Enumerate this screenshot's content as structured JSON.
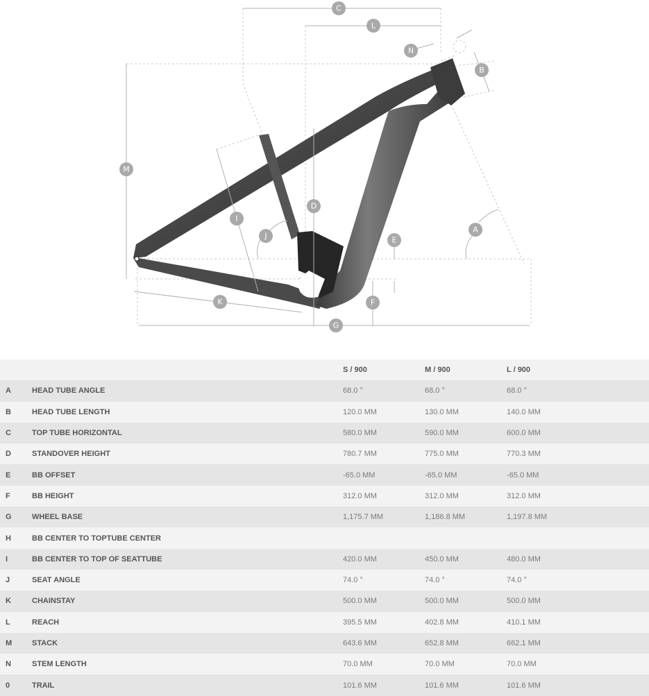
{
  "diagram": {
    "labels": {
      "A": "A",
      "B": "B",
      "C": "C",
      "D": "D",
      "E": "E",
      "F": "F",
      "G": "G",
      "I": "I",
      "J": "J",
      "K": "K",
      "L": "L",
      "M": "M",
      "N": "N"
    }
  },
  "table": {
    "headers": [
      "S / 900",
      "M / 900",
      "L / 900"
    ],
    "rows": [
      {
        "key": "A",
        "name": "HEAD TUBE ANGLE",
        "values": [
          "68.0 °",
          "68.0 °",
          "68.0 °"
        ]
      },
      {
        "key": "B",
        "name": "HEAD TUBE LENGTH",
        "values": [
          "120.0 MM",
          "130.0 MM",
          "140.0 MM"
        ]
      },
      {
        "key": "C",
        "name": "TOP TUBE HORIZONTAL",
        "values": [
          "580.0 MM",
          "590.0 MM",
          "600.0 MM"
        ]
      },
      {
        "key": "D",
        "name": "STANDOVER HEIGHT",
        "values": [
          "780.7 MM",
          "775.0 MM",
          "770.3 MM"
        ]
      },
      {
        "key": "E",
        "name": "BB OFFSET",
        "values": [
          "-65.0 MM",
          "-65.0 MM",
          "-65.0 MM"
        ]
      },
      {
        "key": "F",
        "name": "BB HEIGHT",
        "values": [
          "312.0 MM",
          "312.0 MM",
          "312.0 MM"
        ]
      },
      {
        "key": "G",
        "name": "WHEEL BASE",
        "values": [
          "1,175.7 MM",
          "1,186.8 MM",
          "1,197.8 MM"
        ]
      },
      {
        "key": "H",
        "name": "BB CENTER TO TOPTUBE CENTER",
        "values": [
          "",
          "",
          ""
        ]
      },
      {
        "key": "I",
        "name": "BB CENTER TO TOP OF SEATTUBE",
        "values": [
          "420.0 MM",
          "450.0 MM",
          "480.0 MM"
        ]
      },
      {
        "key": "J",
        "name": "SEAT ANGLE",
        "values": [
          "74.0 °",
          "74.0 °",
          "74.0 °"
        ]
      },
      {
        "key": "K",
        "name": "CHAINSTAY",
        "values": [
          "500.0 MM",
          "500.0 MM",
          "500.0 MM"
        ]
      },
      {
        "key": "L",
        "name": "REACH",
        "values": [
          "395.5 MM",
          "402.8 MM",
          "410.1 MM"
        ]
      },
      {
        "key": "M",
        "name": "STACK",
        "values": [
          "643.6 MM",
          "652.8 MM",
          "662.1 MM"
        ]
      },
      {
        "key": "N",
        "name": "STEM LENGTH",
        "values": [
          "70.0 MM",
          "70.0 MM",
          "70.0 MM"
        ]
      },
      {
        "key": "0",
        "name": "TRAIL",
        "values": [
          "101.6 MM",
          "101.6 MM",
          "101.6 MM"
        ]
      }
    ]
  }
}
